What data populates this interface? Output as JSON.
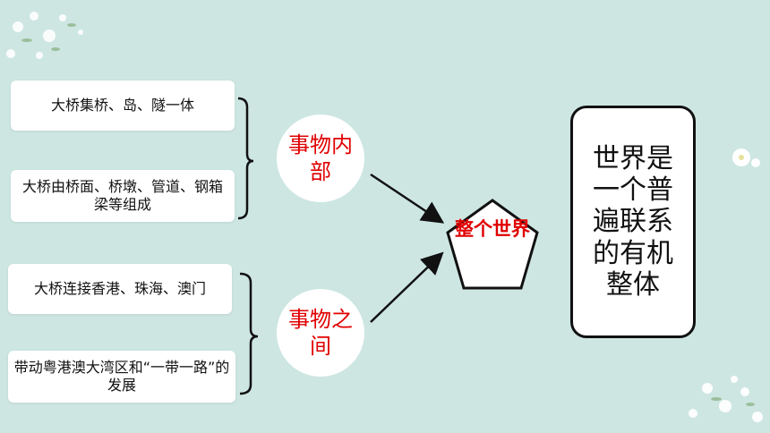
{
  "diagram": {
    "parts": {
      "internal": {
        "label": "事物内部",
        "items": [
          "大桥集桥、岛、隧一体",
          "大桥由桥面、桥墩、管道、钢箱梁等组成"
        ]
      },
      "between": {
        "label": "事物之间",
        "items": [
          "大桥连接香港、珠海、澳门",
          "带动粤港澳大湾区和“一带一路”的发展"
        ]
      }
    },
    "center": "整个世界",
    "conclusion": "世界是一个普遍联系的有机整体"
  },
  "colors": {
    "background": "#cde6e2",
    "accent_red": "#e00000",
    "box": "#ffffff",
    "line": "#111111"
  }
}
